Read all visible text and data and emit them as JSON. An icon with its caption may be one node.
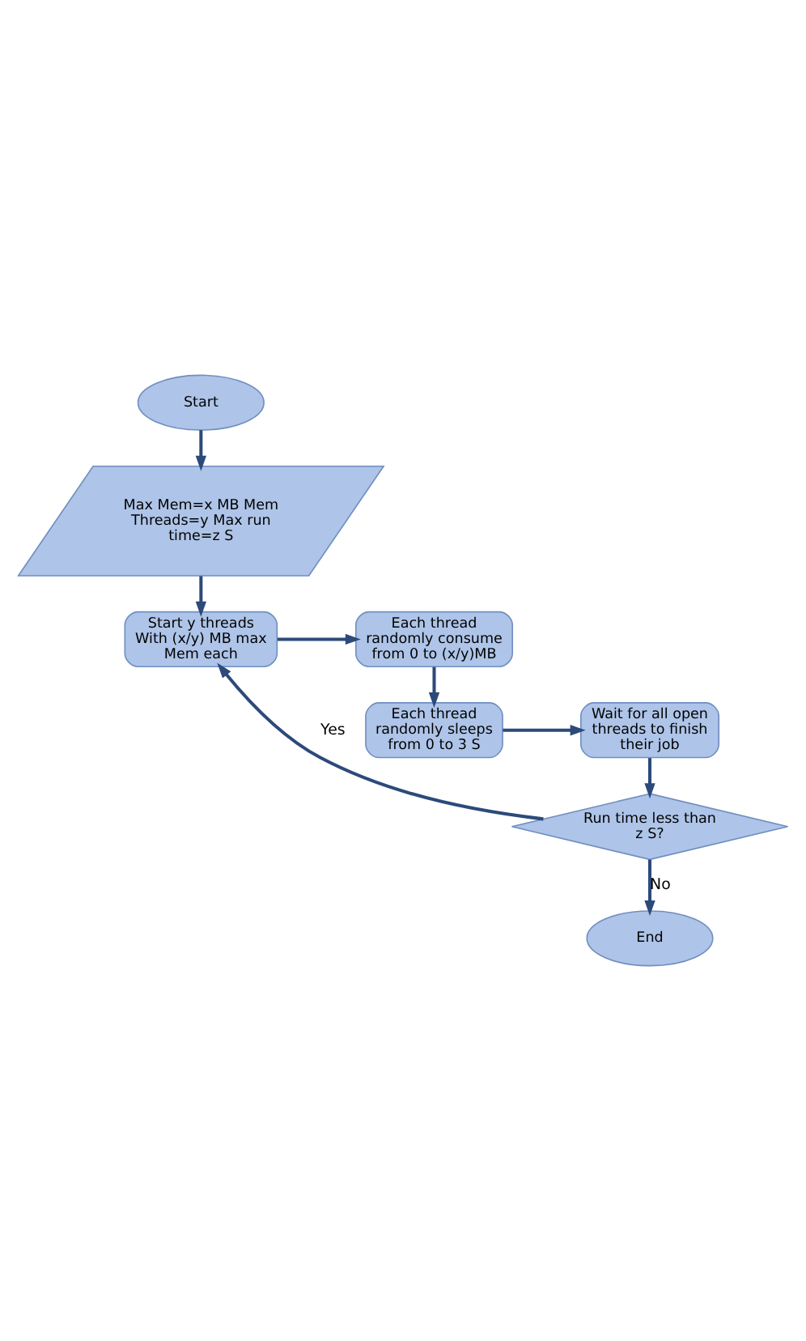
{
  "diagram": {
    "nodes": [
      {
        "text": [
          "Start"
        ]
      },
      {
        "text": [
          "Max Mem=x MB Mem Threads=y Max run time=z S"
        ]
      },
      {
        "text": [
          "Start y threads With (x/y) MB max Mem each"
        ]
      },
      {
        "text": [
          "Each thread randomly consume from 0 to (x/y)MB"
        ]
      },
      {
        "text": [
          "Each thread randomly sleeps from 0 to 3 S"
        ]
      },
      {
        "text": [
          "Wait for all open threads to finish their job"
        ]
      },
      {
        "text": [
          "Run time less than z S?"
        ]
      },
      {
        "text": [
          "End"
        ]
      }
    ],
    "edges": [
      {
        "from": 0,
        "to": 1,
        "arrow": "to"
      },
      {
        "from": 1,
        "to": 2,
        "arrow": "to"
      },
      {
        "from": 2,
        "to": 3,
        "arrow": "to"
      },
      {
        "from": 3,
        "to": 4,
        "arrow": "to"
      },
      {
        "from": 4,
        "to": 5,
        "arrow": "to"
      },
      {
        "from": 5,
        "to": 6,
        "arrow": "to"
      },
      {
        "from": 6,
        "to": 2,
        "arrow": "to",
        "label": "Yes"
      },
      {
        "from": 6,
        "to": 7,
        "arrow": "to",
        "label": "No"
      }
    ]
  }
}
